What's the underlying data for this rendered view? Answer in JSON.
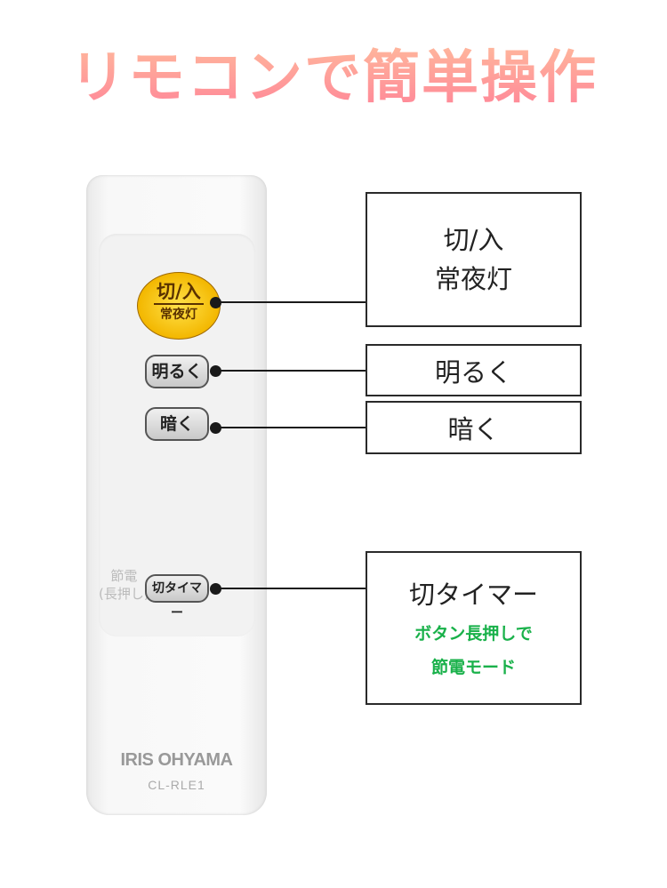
{
  "title": "リモコンで簡単操作",
  "remote": {
    "power_top": "切/入",
    "power_bottom": "常夜灯",
    "brighter": "明るく",
    "darker": "暗く",
    "timer": "切タイマー",
    "side_label_1": "節電",
    "side_label_2": "(長押し)",
    "brand": "IRIS OHYAMA",
    "model": "CL-RLE1"
  },
  "callouts": {
    "power_line1": "切/入",
    "power_line2": "常夜灯",
    "brighter": "明るく",
    "darker": "暗く",
    "timer": "切タイマー",
    "timer_note_1": "ボタン長押しで",
    "timer_note_2": "節電モード"
  },
  "colors": {
    "accent_green": "#19b14a",
    "title_gradient_top": "#ffb89c",
    "title_gradient_bottom": "#ff8498"
  }
}
